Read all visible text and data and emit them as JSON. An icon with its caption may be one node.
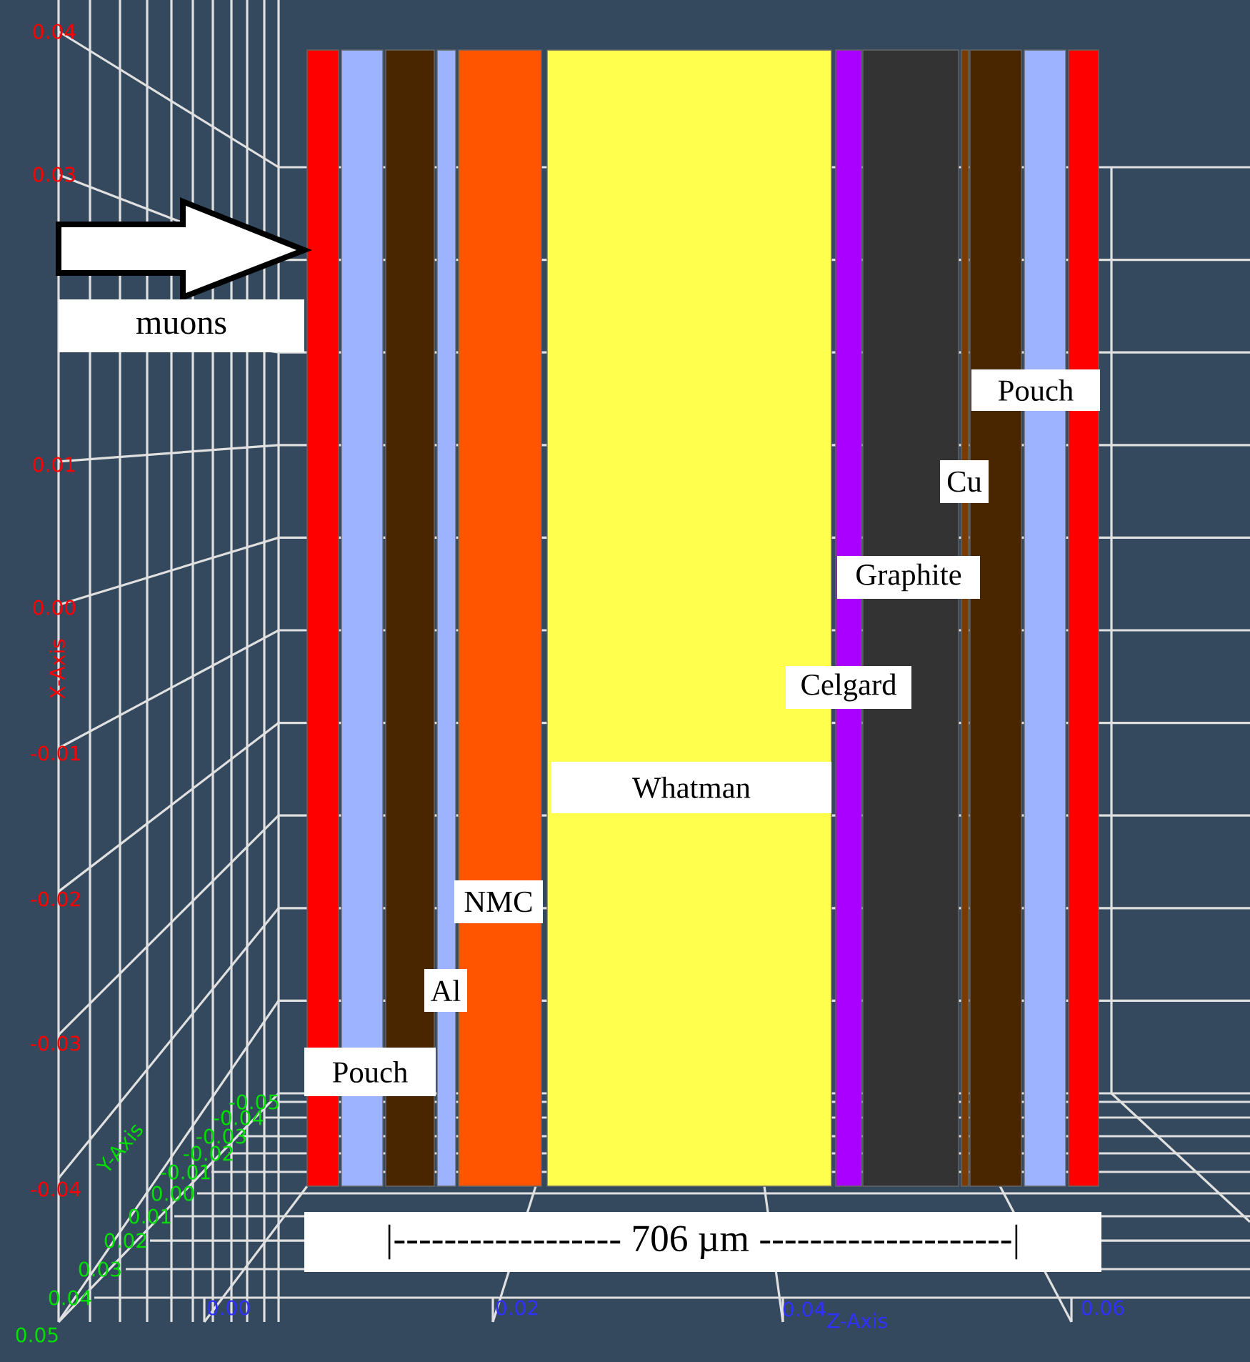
{
  "diagram": {
    "nodes": [
      {
        "text": [
          "muons"
        ]
      },
      {
        "text": [
          "Pouch"
        ]
      },
      {
        "text": [
          "Cu"
        ]
      },
      {
        "text": [
          "Graphite"
        ]
      },
      {
        "text": [
          "Celgard"
        ]
      },
      {
        "text": [
          "Whatman"
        ]
      },
      {
        "text": [
          "NMC"
        ]
      },
      {
        "text": [
          "Al"
        ]
      },
      {
        "text": [
          "Pouch"
        ]
      },
      {
        "text": [
          "|------------------ 706 µm --------------------|"
        ]
      }
    ],
    "labels": [
      "0.04",
      "0.03",
      "0.01",
      "0.00",
      "X-Axis",
      "-0.01",
      "-0.02",
      "-0.03",
      "-0.04",
      "-0.05",
      "-0.04",
      "-0.03",
      "-0.02",
      "Y-Axis",
      "-0.01",
      "0.00",
      "0.01",
      "0.02",
      "0.03",
      "0.04",
      "0.05",
      "0.00",
      "0.02",
      "0.04",
      "Z-Axis",
      "0.06"
    ]
  }
}
